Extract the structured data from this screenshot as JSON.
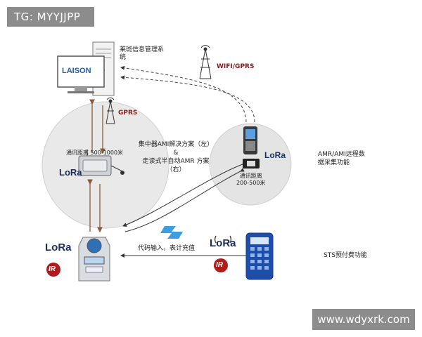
{
  "watermark_top": "TG: MYYJJPP",
  "watermark_bottom": "www.wdyxrk.com",
  "system_label": "莱斑信息管理系统",
  "monitor_logo": "LAISON",
  "wifi_label": "WIFI/GPRS",
  "gprs_label": "GPRS",
  "left_circle_range": "通讯距离 500-1000米",
  "right_circle_range": "通讯距离\n200-500米",
  "lora_text": "LoRa",
  "center_desc": "集中器AMI解决方案（左）\n&\n走读式半自动AMR 方案\n（右）",
  "amr_label": "AMR/AMI远程数\n据采集功能",
  "code_input_label": "代码输入，表计充值",
  "sts_label": "STS预付费功能",
  "ir_text": "IR"
}
